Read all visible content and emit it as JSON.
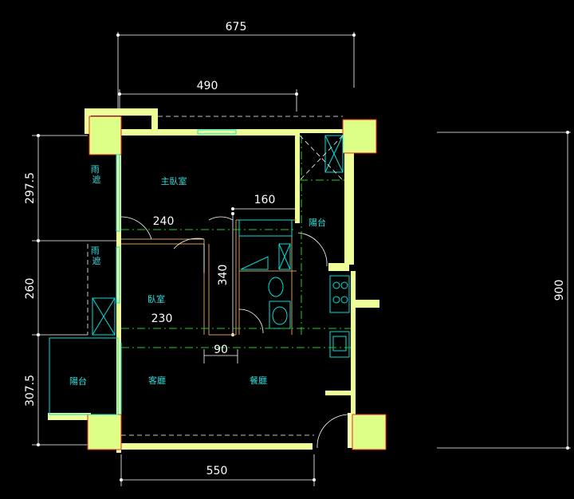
{
  "dimensions": {
    "top_overall": "675",
    "top_inner": "490",
    "bottom": "550",
    "right_overall": "900",
    "left_upper": "297.5",
    "left_middle": "260",
    "left_lower": "307.5",
    "bath_width": "160",
    "master_depth": "240",
    "corridor_height": "340",
    "bedroom_depth": "230",
    "passage": "90"
  },
  "rooms": {
    "master_bedroom": "主臥室",
    "bedroom": "臥室",
    "living_room": "客廳",
    "dining_room": "餐廳",
    "balcony_right": "陽台",
    "balcony_left": "陽台",
    "bay_window_upper": "雨\n遮",
    "bay_window_lower": "雨\n遮"
  },
  "colors": {
    "background": "#000000",
    "wall": "#eeff99",
    "column_outline": "#ff2222",
    "fixture": "#00e0e0",
    "dimension": "#ffffff",
    "room_label": "#33dddd"
  }
}
